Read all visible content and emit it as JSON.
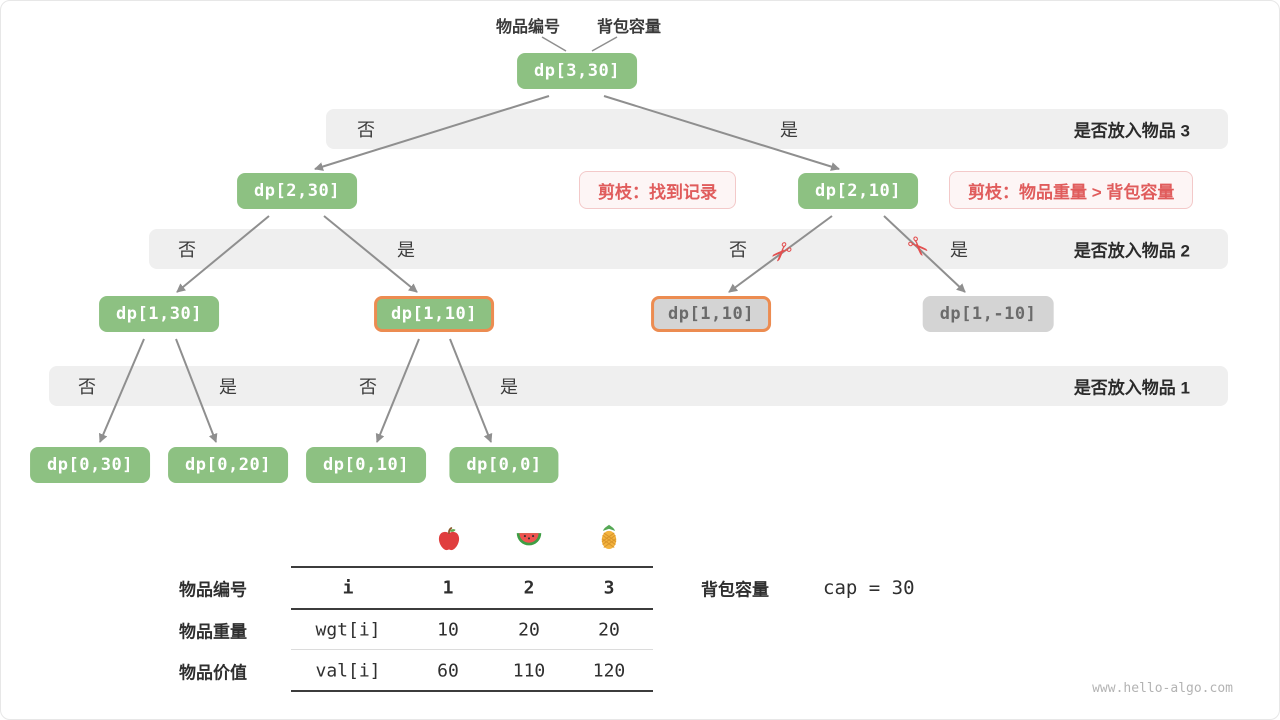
{
  "header": {
    "item_index_label": "物品编号",
    "capacity_label": "背包容量"
  },
  "tree": {
    "nodes": {
      "root": "dp[3,30]",
      "left": "dp[2,30]",
      "right": "dp[2,10]",
      "ll": "dp[1,30]",
      "lr": "dp[1,10]",
      "rl": "dp[1,10]",
      "rr": "dp[1,-10]",
      "lll": "dp[0,30]",
      "llr": "dp[0,20]",
      "lrl": "dp[0,10]",
      "lrr": "dp[0,0]"
    },
    "bands": [
      {
        "choices": [
          "否",
          "是"
        ],
        "label": "是否放入物品 3"
      },
      {
        "choices": [
          "否",
          "是",
          "否",
          "是"
        ],
        "label": "是否放入物品 2"
      },
      {
        "choices": [
          "否",
          "是",
          "否",
          "是"
        ],
        "label": "是否放入物品 1"
      }
    ],
    "pruning": {
      "found_record": "剪枝：找到记录",
      "weight_exceeds_capacity": "剪枝：物品重量 > 背包容量"
    }
  },
  "legend_table": {
    "fruit_icons": [
      "apple-icon",
      "watermelon-icon",
      "pineapple-icon"
    ],
    "rows": [
      {
        "label": "物品编号",
        "cells": [
          "i",
          "1",
          "2",
          "3"
        ]
      },
      {
        "label": "物品重量",
        "cells": [
          "wgt[i]",
          "10",
          "20",
          "20"
        ]
      },
      {
        "label": "物品价值",
        "cells": [
          "val[i]",
          "60",
          "110",
          "120"
        ]
      }
    ],
    "capacity": {
      "label": "背包容量",
      "value": "cap = 30"
    }
  },
  "icons": {
    "scissors_glyph": "✂"
  },
  "footer": {
    "watermark": "www.hello-algo.com"
  },
  "colors": {
    "node_green": "#8dc182",
    "node_gray": "#d4d4d4",
    "highlight_orange": "#ec8c51",
    "prune_red": "#e05c5c",
    "band_bg": "#efefef",
    "arrow_gray": "#8f8f8f"
  }
}
